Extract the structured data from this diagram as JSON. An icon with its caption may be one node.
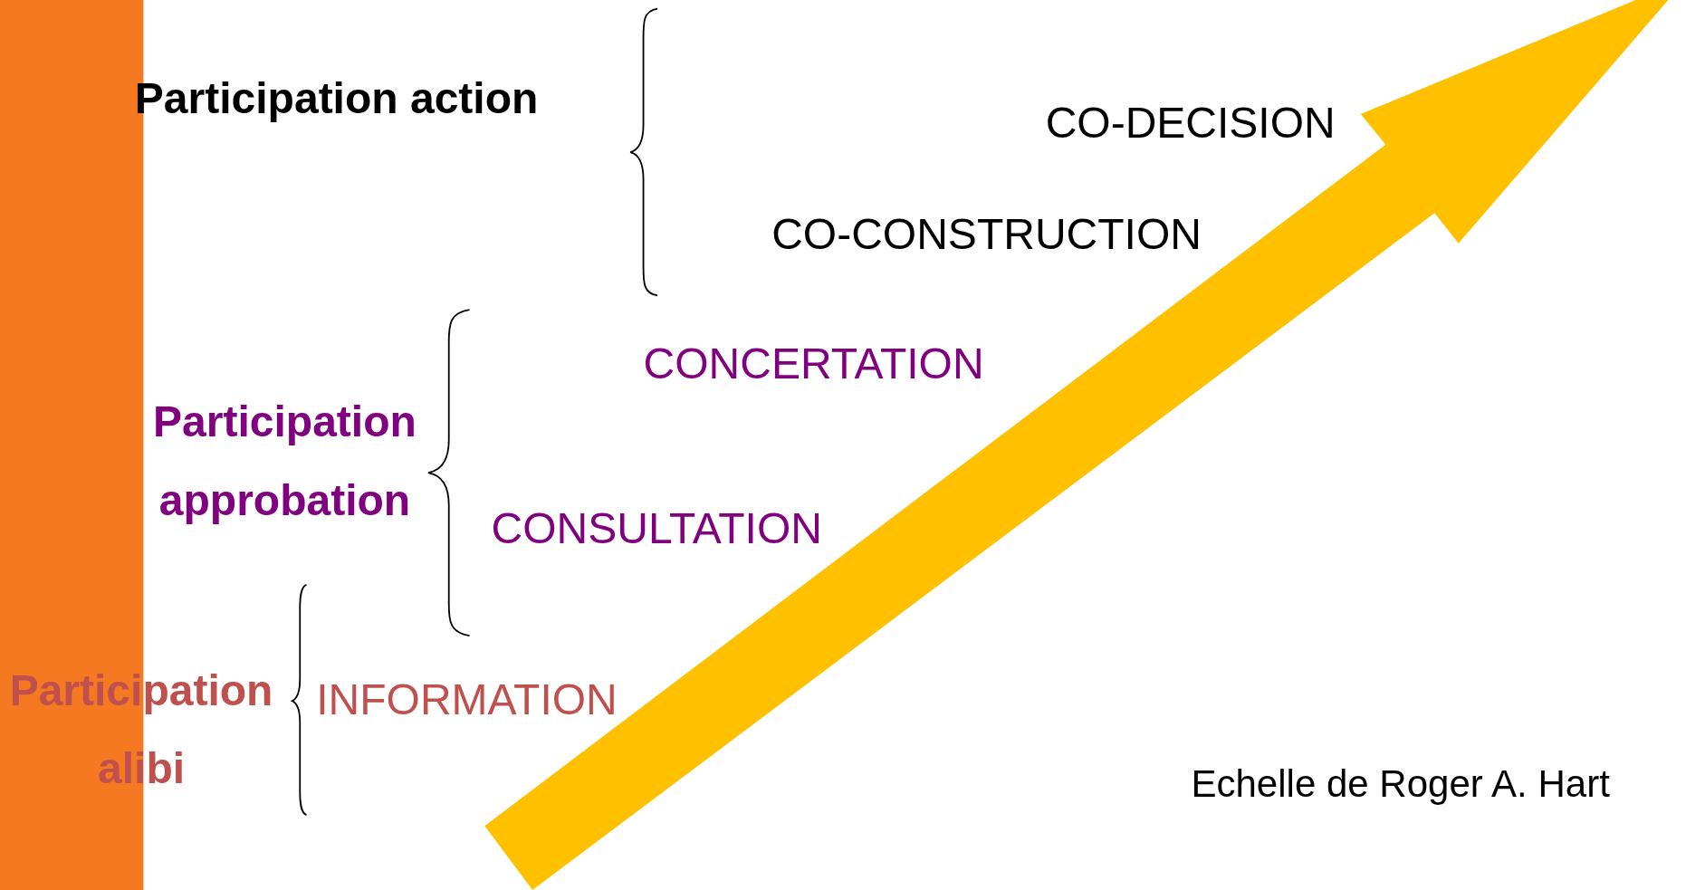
{
  "diagram": {
    "labels": [
      "Participation action",
      "CO-DECISION",
      "CO-CONSTRUCTION",
      "CONCERTATION",
      "Participation approbation",
      "CONSULTATION",
      "Participation alibi",
      "INFORMATION",
      "Echelle de Roger A. Hart"
    ]
  }
}
